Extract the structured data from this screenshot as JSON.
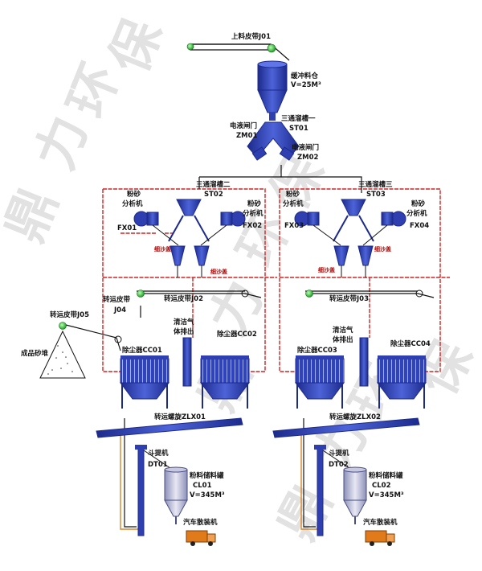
{
  "watermark": {
    "left_chars": [
      "鼎",
      "力",
      "环",
      "保"
    ],
    "mid_chars": [
      "鼎",
      "力",
      "环",
      "保"
    ],
    "right_chars": [
      "保"
    ],
    "bottom_chars": [
      "鼎",
      "力",
      "环"
    ]
  },
  "labels": {
    "feed_belt": "上料皮带J01",
    "buffer_bin_name": "缓冲料仓",
    "buffer_bin_vol": "V=25M³",
    "chute1_name": "三通溜槽一",
    "chute1_code": "ST01",
    "valve1_name": "电液闸门",
    "valve1_code": "ZM01",
    "valve2_name": "电液闸门",
    "valve2_code": "ZM02",
    "chute2_name": "三通溜槽二",
    "chute2_code": "ST02",
    "chute3_name": "三通溜槽三",
    "chute3_code": "ST03",
    "sep1_l1": "粉砂",
    "sep1_l2": "分析机",
    "sep1_code": "FX01",
    "sep2_l1": "粉砂",
    "sep2_l2": "分析机",
    "sep2_code": "FX02",
    "sep3_l1": "粉砂",
    "sep3_l2": "分析机",
    "sep3_code": "FX03",
    "sep4_l1": "粉砂",
    "sep4_l2": "分析机",
    "sep4_code": "FX04",
    "fine_sand_1": "细沙盖",
    "fine_sand_2": "细沙盖",
    "fine_sand_3": "细沙盖",
    "fine_sand_4": "细沙盖",
    "belt_j02": "转运皮带J02",
    "belt_j03": "转运皮带J03",
    "belt_j04_l1": "转运皮带",
    "belt_j04_l2": "J04",
    "belt_j05": "转运皮带J05",
    "product_pile": "成品砂堆",
    "clean_gas_1_l1": "清洁气",
    "clean_gas_1_l2": "体排出",
    "clean_gas_2_l1": "清洁气",
    "clean_gas_2_l2": "体排出",
    "dc01": "除尘器CC01",
    "dc02": "除尘器CC02",
    "dc03": "除尘器CC03",
    "dc04": "除尘器CC04",
    "screw1": "转运螺旋ZLX01",
    "screw2": "转运螺旋ZLX02",
    "elev1_name": "斗提机",
    "elev1_code": "DT01",
    "elev2_name": "斗提机",
    "elev2_code": "DT02",
    "silo1_name": "粉料储料罐",
    "silo1_code": "CL01",
    "silo1_vol": "V=345M³",
    "silo2_name": "粉料储料罐",
    "silo2_code": "CL02",
    "silo2_vol": "V=345M³",
    "loader1": "汽车散装机",
    "loader2": "汽车散装机"
  },
  "colors": {
    "equipment_blue": "#2f3fb0",
    "pipe_red": "#d22424",
    "line_black": "#111111",
    "roller_green": "#3cc83c",
    "outlet_orange": "#d8842c",
    "truck_orange": "#e07a1a"
  }
}
